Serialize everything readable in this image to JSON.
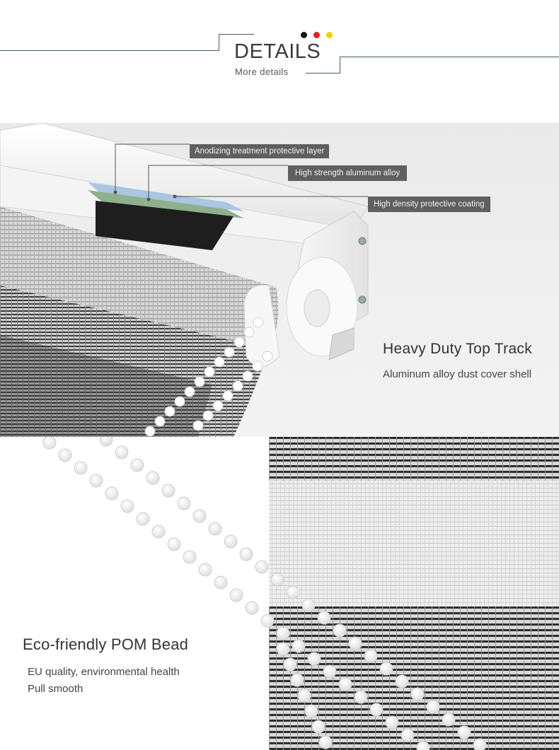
{
  "header": {
    "title": "DETAILS",
    "subtitle": "More details",
    "line_color": "#3f6068",
    "dot_colors": [
      "#111111",
      "#e0201b",
      "#f2d100"
    ]
  },
  "top_track": {
    "callouts": [
      "Anodizing treatment protective layer",
      "High strength aluminum alloy",
      "High density protective coating"
    ],
    "heading": "Heavy Duty Top Track",
    "description": "Aluminum alloy dust cover shell"
  },
  "bead_chain": {
    "heading": "Eco-friendly POM Bead",
    "lines": [
      "EU quality, environmental health",
      "Pull smooth"
    ]
  },
  "colors": {
    "layer_green": "#8fb08c",
    "layer_blue": "#a9c6e2",
    "callout_bg": "#5f5f5f"
  }
}
